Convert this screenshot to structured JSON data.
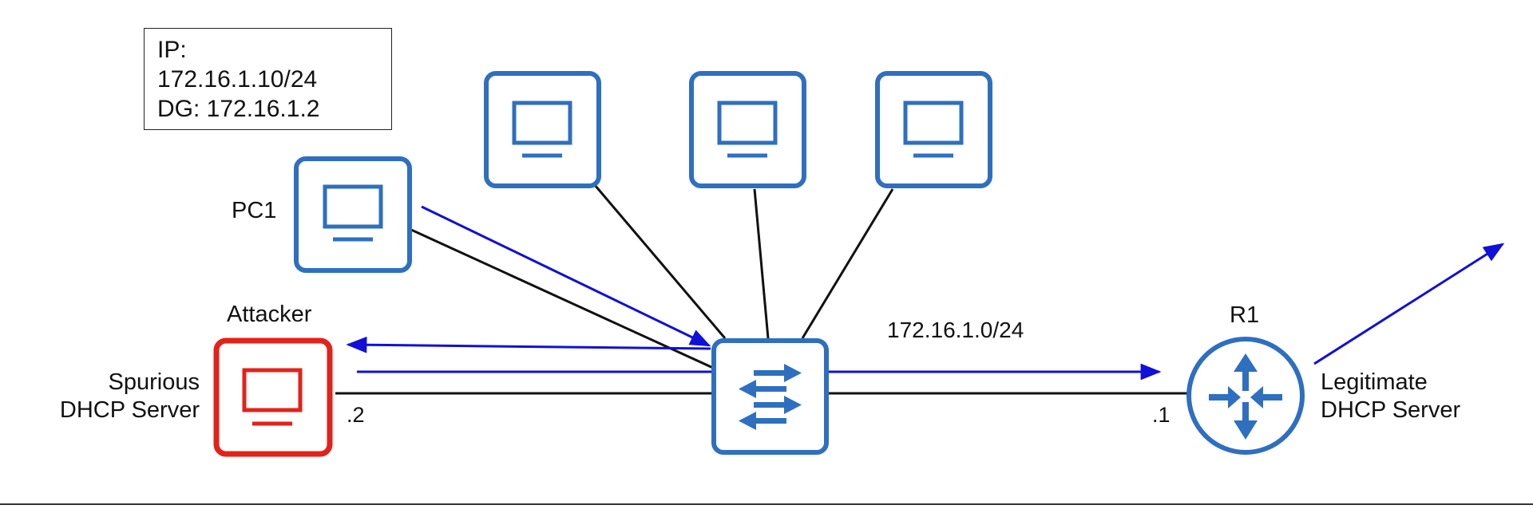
{
  "ip_box": {
    "line1": "IP:",
    "line2": "172.16.1.10/24",
    "line3": "DG: 172.16.1.2"
  },
  "labels": {
    "pc1": "PC1",
    "attacker": "Attacker",
    "spurious_line1": "Spurious",
    "spurious_line2": "DHCP Server",
    "attacker_addr": ".2",
    "subnet": "172.16.1.0/24",
    "router": "R1",
    "router_addr": ".1",
    "legit_line1": "Legitimate",
    "legit_line2": "DHCP Server"
  },
  "colors": {
    "device_blue": "#2e6fc0",
    "attacker_red": "#e2231a",
    "arrow_blue": "#1010d8",
    "link_black": "#111111"
  },
  "icons": {
    "pc": "pc-icon",
    "switch": "switch-icon",
    "router": "router-icon"
  }
}
